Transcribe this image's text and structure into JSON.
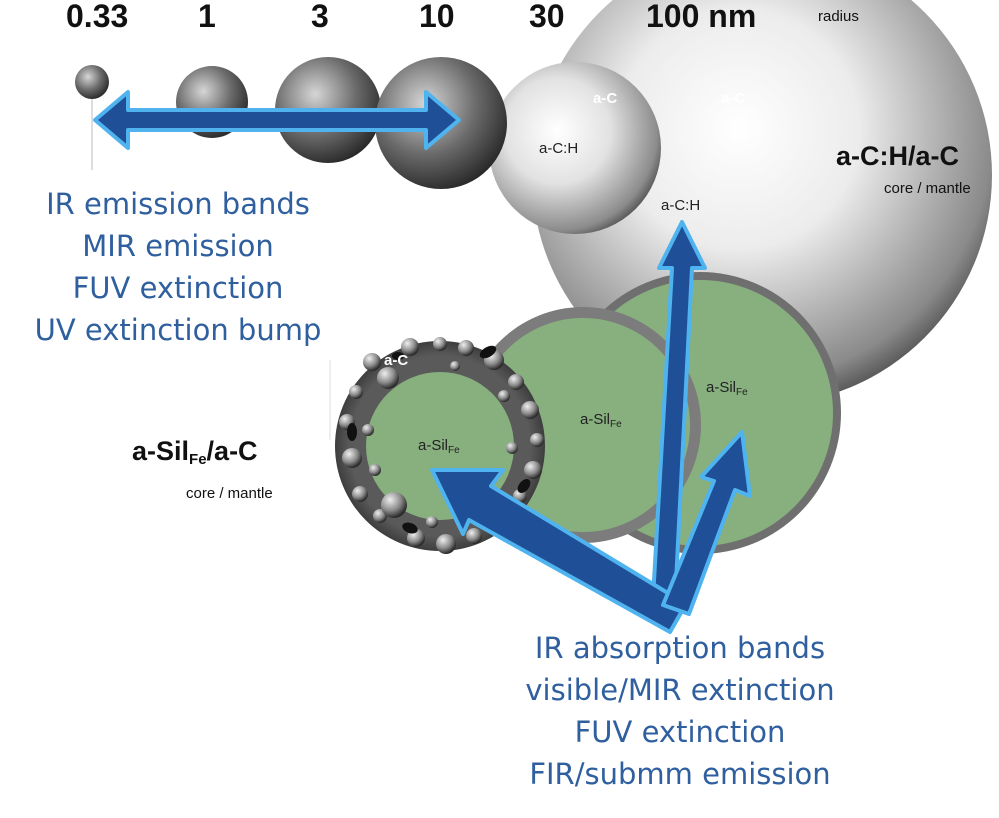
{
  "scale": {
    "ticks": [
      "0.33",
      "1",
      "3",
      "10",
      "30",
      "100 nm"
    ],
    "unit_label": "radius"
  },
  "carbon_grains": {
    "title": "a-C:H/a-C",
    "subtitle": "core / mantle",
    "labels": {
      "mantle_small": "a-C",
      "core_small": "a-C:H",
      "mantle_large": "a-C",
      "core_large": "a-C:H"
    }
  },
  "silicate_grains": {
    "title_main": "a-Sil",
    "title_sub": "Fe",
    "title_suffix": "/a-C",
    "subtitle": "core / mantle",
    "labels": {
      "coated_mantle": "a-C",
      "coated_core_main": "a-Sil",
      "coated_core_sub": "Fe",
      "mid_core_main": "a-Sil",
      "mid_core_sub": "Fe",
      "large_core_main": "a-Sil",
      "large_core_sub": "Fe"
    }
  },
  "left_annotation": {
    "lines": [
      "IR emission bands",
      "MIR emission",
      "FUV extinction",
      "UV extinction bump"
    ]
  },
  "bottom_annotation": {
    "lines": [
      "IR absorption bands",
      "visible/MIR extinction",
      "FUV extinction",
      "FIR/submm emission"
    ]
  },
  "colors": {
    "annotation_text": "#2f5f9e",
    "arrow_fill": "#1f4f96",
    "arrow_outline": "#4fb3ef",
    "silicate_green": "#88b07f",
    "carbon_gray": "#8a8a8a"
  }
}
